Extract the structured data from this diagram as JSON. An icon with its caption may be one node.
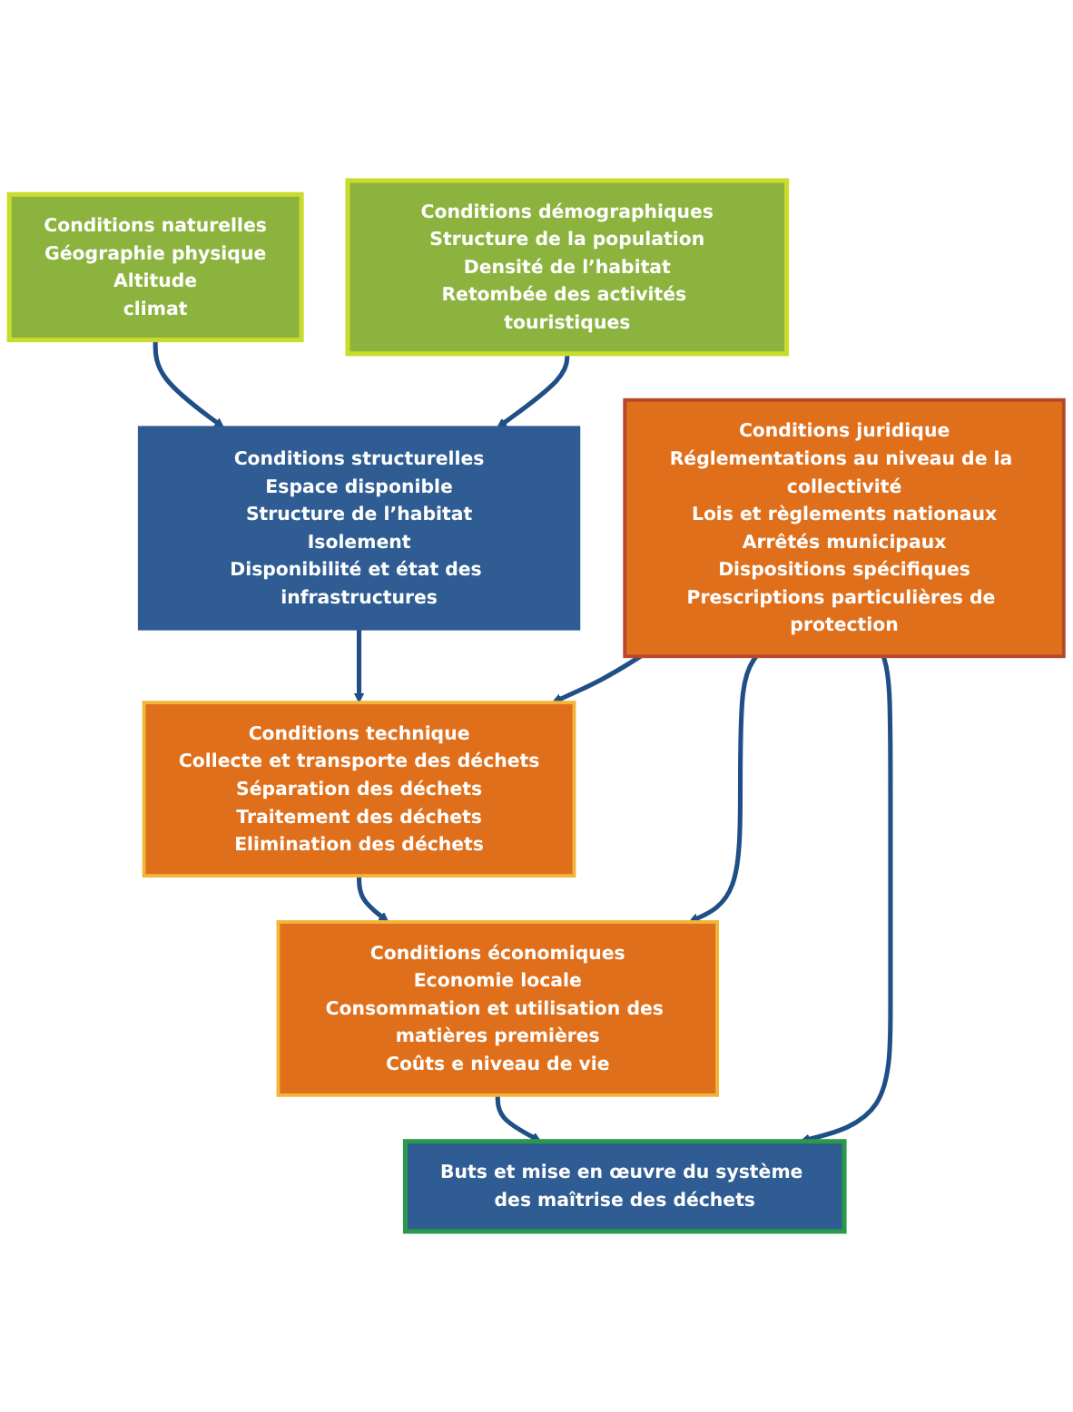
{
  "diagram": {
    "nodes": [
      {
        "text": [
          "Conditions naturelles",
          "Géographie physique",
          "Altitude",
          "climat"
        ]
      },
      {
        "text": [
          "Conditions démographiques",
          "Structure de la population",
          "Densité de l’habitat",
          "Retombée des activités touristiques"
        ]
      },
      {
        "text": [
          "Conditions structurelles",
          "Espace disponible",
          "Structure de l’habitat",
          "Isolement",
          "Disponibilité et état des infrastructures"
        ]
      },
      {
        "text": [
          "Conditions technique",
          "Collecte et transporte des déchets",
          "Séparation des déchets",
          "Traitement des déchets",
          "Elimination des déchets"
        ]
      },
      {
        "text": [
          "Conditions juridique",
          "Réglementations au niveau de la collectivité",
          "Lois et règlements nationaux",
          "Arrêtés municipaux",
          "Dispositions spécifiques",
          "Prescriptions particulières de protection"
        ]
      },
      {
        "text": [
          "Conditions économiques",
          "Economie locale",
          "Consommation et utilisation des matières premières",
          "Coûts e niveau de vie"
        ]
      },
      {
        "text": [
          "Buts et mise en œuvre du système des maîtrise des déchets"
        ]
      }
    ],
    "edges": [
      {
        "from": 0,
        "to": 2,
        "arrow": "to"
      },
      {
        "from": 1,
        "to": 2,
        "arrow": "to"
      },
      {
        "from": 2,
        "to": 3,
        "arrow": "to"
      },
      {
        "from": 4,
        "to": 3,
        "arrow": "to"
      },
      {
        "from": 3,
        "to": 5,
        "arrow": "to"
      },
      {
        "from": 4,
        "to": 5,
        "arrow": "to"
      },
      {
        "from": 5,
        "to": 6,
        "arrow": "to"
      },
      {
        "from": 4,
        "to": 6,
        "arrow": "to"
      }
    ]
  }
}
